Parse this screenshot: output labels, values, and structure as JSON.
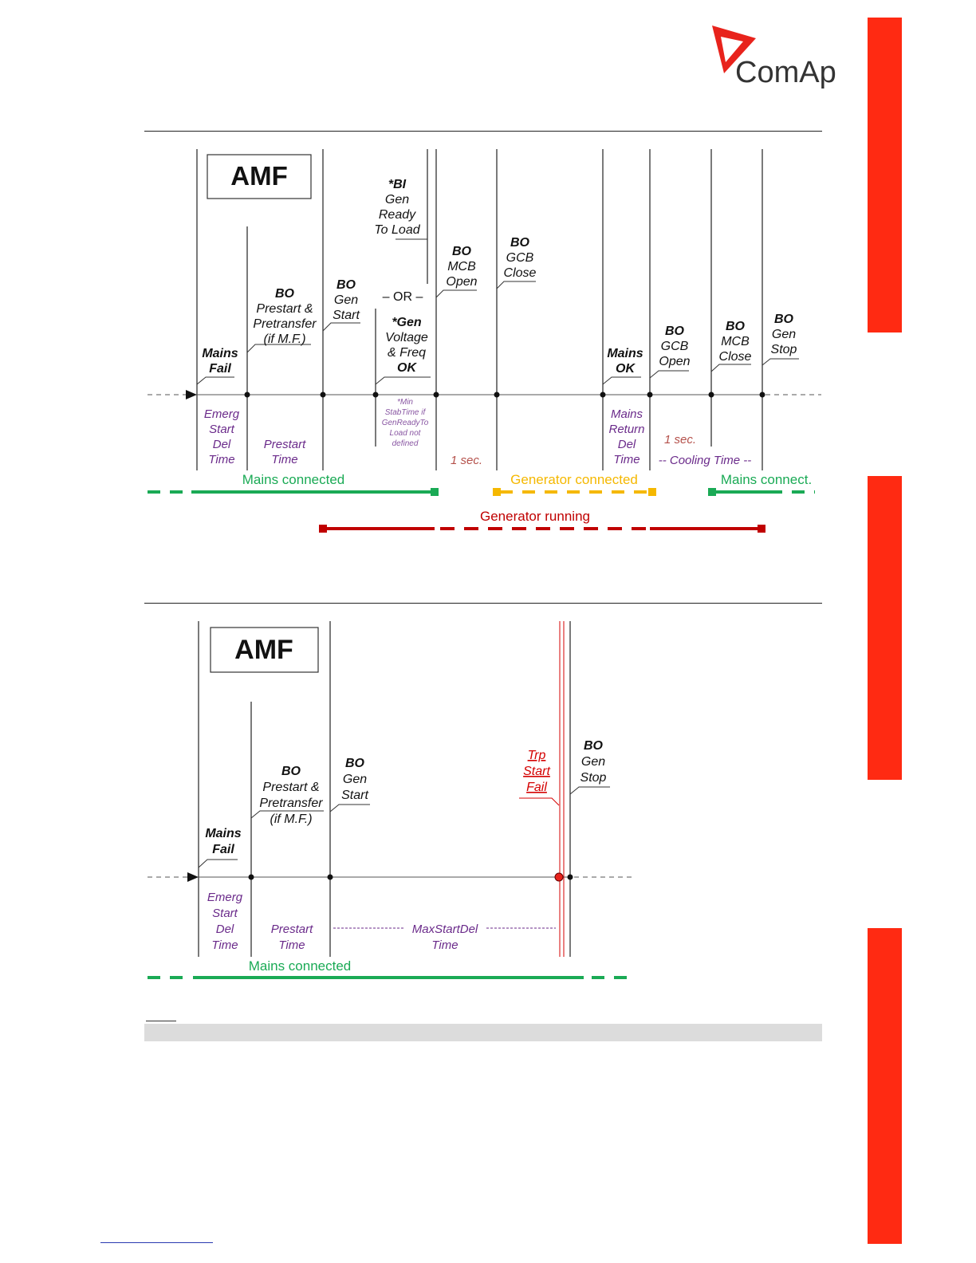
{
  "brand": {
    "name": "ComAp",
    "logo_color": "#e8231c",
    "tab_color": "#ff2a12"
  },
  "diagram1": {
    "title": "AMF",
    "events": {
      "mains_fail": [
        "Mains",
        "Fail"
      ],
      "bo_prestart": [
        "BO",
        "Prestart &",
        "Pretransfer",
        "(if M.F.)"
      ],
      "bo_gen_start": [
        "BO",
        "Gen",
        "Start"
      ],
      "bi_gen_ready": [
        "*BI",
        "Gen",
        "Ready",
        "To Load"
      ],
      "or": "– OR –",
      "gen_voltage": [
        "*Gen",
        "Voltage",
        "& Freq",
        "OK"
      ],
      "bo_mcb_open": [
        "BO",
        "MCB",
        "Open"
      ],
      "bo_gcb_close": [
        "BO",
        "GCB",
        "Close"
      ],
      "mains_ok": [
        "Mains",
        "OK"
      ],
      "bo_gcb_open": [
        "BO",
        "GCB",
        "Open"
      ],
      "bo_mcb_close": [
        "BO",
        "MCB",
        "Close"
      ],
      "bo_gen_stop": [
        "BO",
        "Gen",
        "Stop"
      ]
    },
    "intervals": {
      "emerg_start": [
        "Emerg",
        "Start",
        "Del",
        "Time"
      ],
      "prestart_time": [
        "Prestart",
        "Time"
      ],
      "min_stab": [
        "*Min",
        "StabTime if",
        "GenReadyTo",
        "Load not",
        "defined"
      ],
      "one_sec_a": "1 sec.",
      "mains_return": [
        "Mains",
        "Return",
        "Del",
        "Time"
      ],
      "one_sec_b": "1 sec.",
      "cooling": "-- Cooling Time --"
    },
    "states": {
      "mains_connected": "Mains connected",
      "generator_connected": "Generator connected",
      "mains_connect": "Mains connect.",
      "generator_running": "Generator running"
    }
  },
  "diagram2": {
    "title": "AMF",
    "events": {
      "mains_fail": [
        "Mains",
        "Fail"
      ],
      "bo_prestart": [
        "BO",
        "Prestart &",
        "Pretransfer",
        "(if M.F.)"
      ],
      "bo_gen_start": [
        "BO",
        "Gen",
        "Start"
      ],
      "trp_start_fail": [
        "Trp",
        "Start",
        "Fail"
      ],
      "bo_gen_stop": [
        "BO",
        "Gen",
        "Stop"
      ]
    },
    "intervals": {
      "emerg_start": [
        "Emerg",
        "Start",
        "Del",
        "Time"
      ],
      "prestart_time": [
        "Prestart",
        "Time"
      ],
      "max_start_del": [
        "MaxStartDel",
        "Time"
      ]
    },
    "states": {
      "mains_connected": "Mains connected"
    }
  },
  "colors": {
    "mains": "#1aaa55",
    "generator_connected": "#f5b800",
    "generator_running": "#c00000",
    "interval_text": "#6a2a8a",
    "fail": "#d40000"
  }
}
